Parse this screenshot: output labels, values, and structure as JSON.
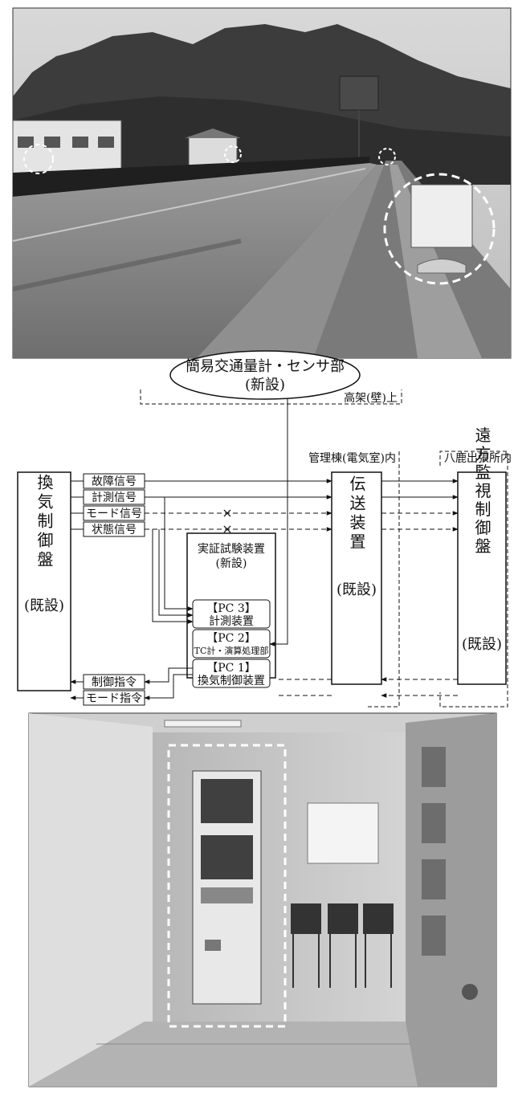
{
  "sensor": {
    "line1": "簡易交通量計・センサ部",
    "line2": "(新設)"
  },
  "zones": {
    "viaduct": "高架(壁)上",
    "control_building": "管理棟(電気室)内",
    "branch_office": "八鹿出張所内"
  },
  "panels": {
    "ventilation": "換気制御盤",
    "ventilation_status": "(既設)",
    "transmission": "伝送装置",
    "transmission_status": "(既設)",
    "remote": "遠方監視制御盤",
    "remote_status": "(既設)"
  },
  "signals": {
    "fault": "故障信号",
    "measure": "計測信号",
    "mode": "モード信号",
    "state": "状態信号",
    "control_cmd": "制御指令",
    "mode_cmd": "モード指令"
  },
  "test_device": {
    "title": "実証試験装置",
    "status": "(新設)",
    "pc3_id": "【PC 3】",
    "pc3_name": "計測装置",
    "pc2_id": "【PC 2】",
    "pc2_name": "TC計・演算処理部",
    "pc1_id": "【PC 1】",
    "pc1_name": "換気制御装置"
  },
  "cross_mark": "×"
}
